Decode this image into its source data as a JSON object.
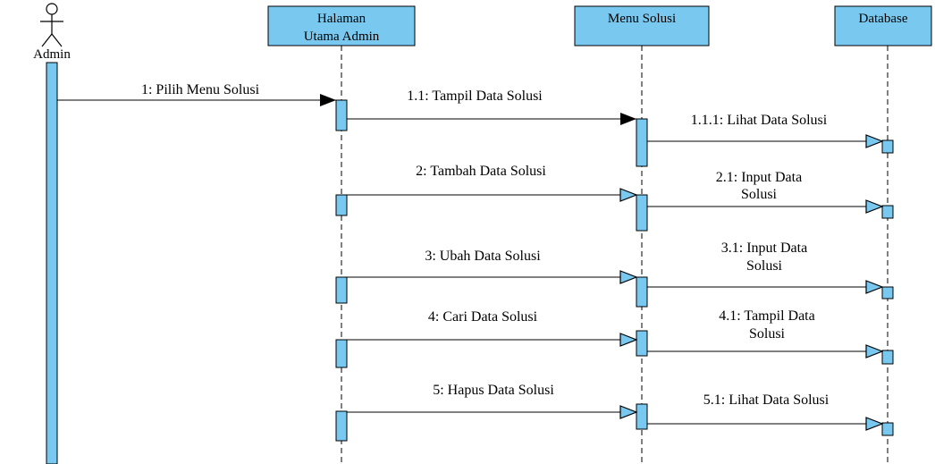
{
  "actor": {
    "name": "Admin",
    "icon": "stick-figure-actor-icon"
  },
  "lifelines": [
    {
      "id": "halaman",
      "lines": [
        "Halaman",
        "Utama Admin"
      ]
    },
    {
      "id": "menu",
      "lines": [
        "Menu Solusi"
      ]
    },
    {
      "id": "database",
      "lines": [
        "Database"
      ]
    }
  ],
  "messages": [
    {
      "id": "m1",
      "lines": [
        "1: Pilih Menu Solusi"
      ],
      "arrow": "filled"
    },
    {
      "id": "m11",
      "lines": [
        "1.1: Tampil Data Solusi"
      ],
      "arrow": "filled"
    },
    {
      "id": "m111",
      "lines": [
        "1.1.1: Lihat Data Solusi"
      ],
      "arrow": "open"
    },
    {
      "id": "m2",
      "lines": [
        "2: Tambah Data Solusi"
      ],
      "arrow": "open"
    },
    {
      "id": "m21",
      "lines": [
        "2.1: Input Data",
        "Solusi"
      ],
      "arrow": "open"
    },
    {
      "id": "m3",
      "lines": [
        "3: Ubah Data Solusi"
      ],
      "arrow": "open"
    },
    {
      "id": "m31",
      "lines": [
        "3.1: Input Data",
        "Solusi"
      ],
      "arrow": "open"
    },
    {
      "id": "m4",
      "lines": [
        "4: Cari Data Solusi"
      ],
      "arrow": "open"
    },
    {
      "id": "m41",
      "lines": [
        "4.1: Tampil Data",
        "Solusi"
      ],
      "arrow": "open"
    },
    {
      "id": "m5",
      "lines": [
        "5: Hapus Data Solusi"
      ],
      "arrow": "open"
    },
    {
      "id": "m51",
      "lines": [
        "5.1: Lihat Data Solusi"
      ],
      "arrow": "open"
    }
  ],
  "colors": {
    "head_fill": "#79c8ef",
    "activation_fill": "#79c8ef",
    "line": "#000000"
  }
}
